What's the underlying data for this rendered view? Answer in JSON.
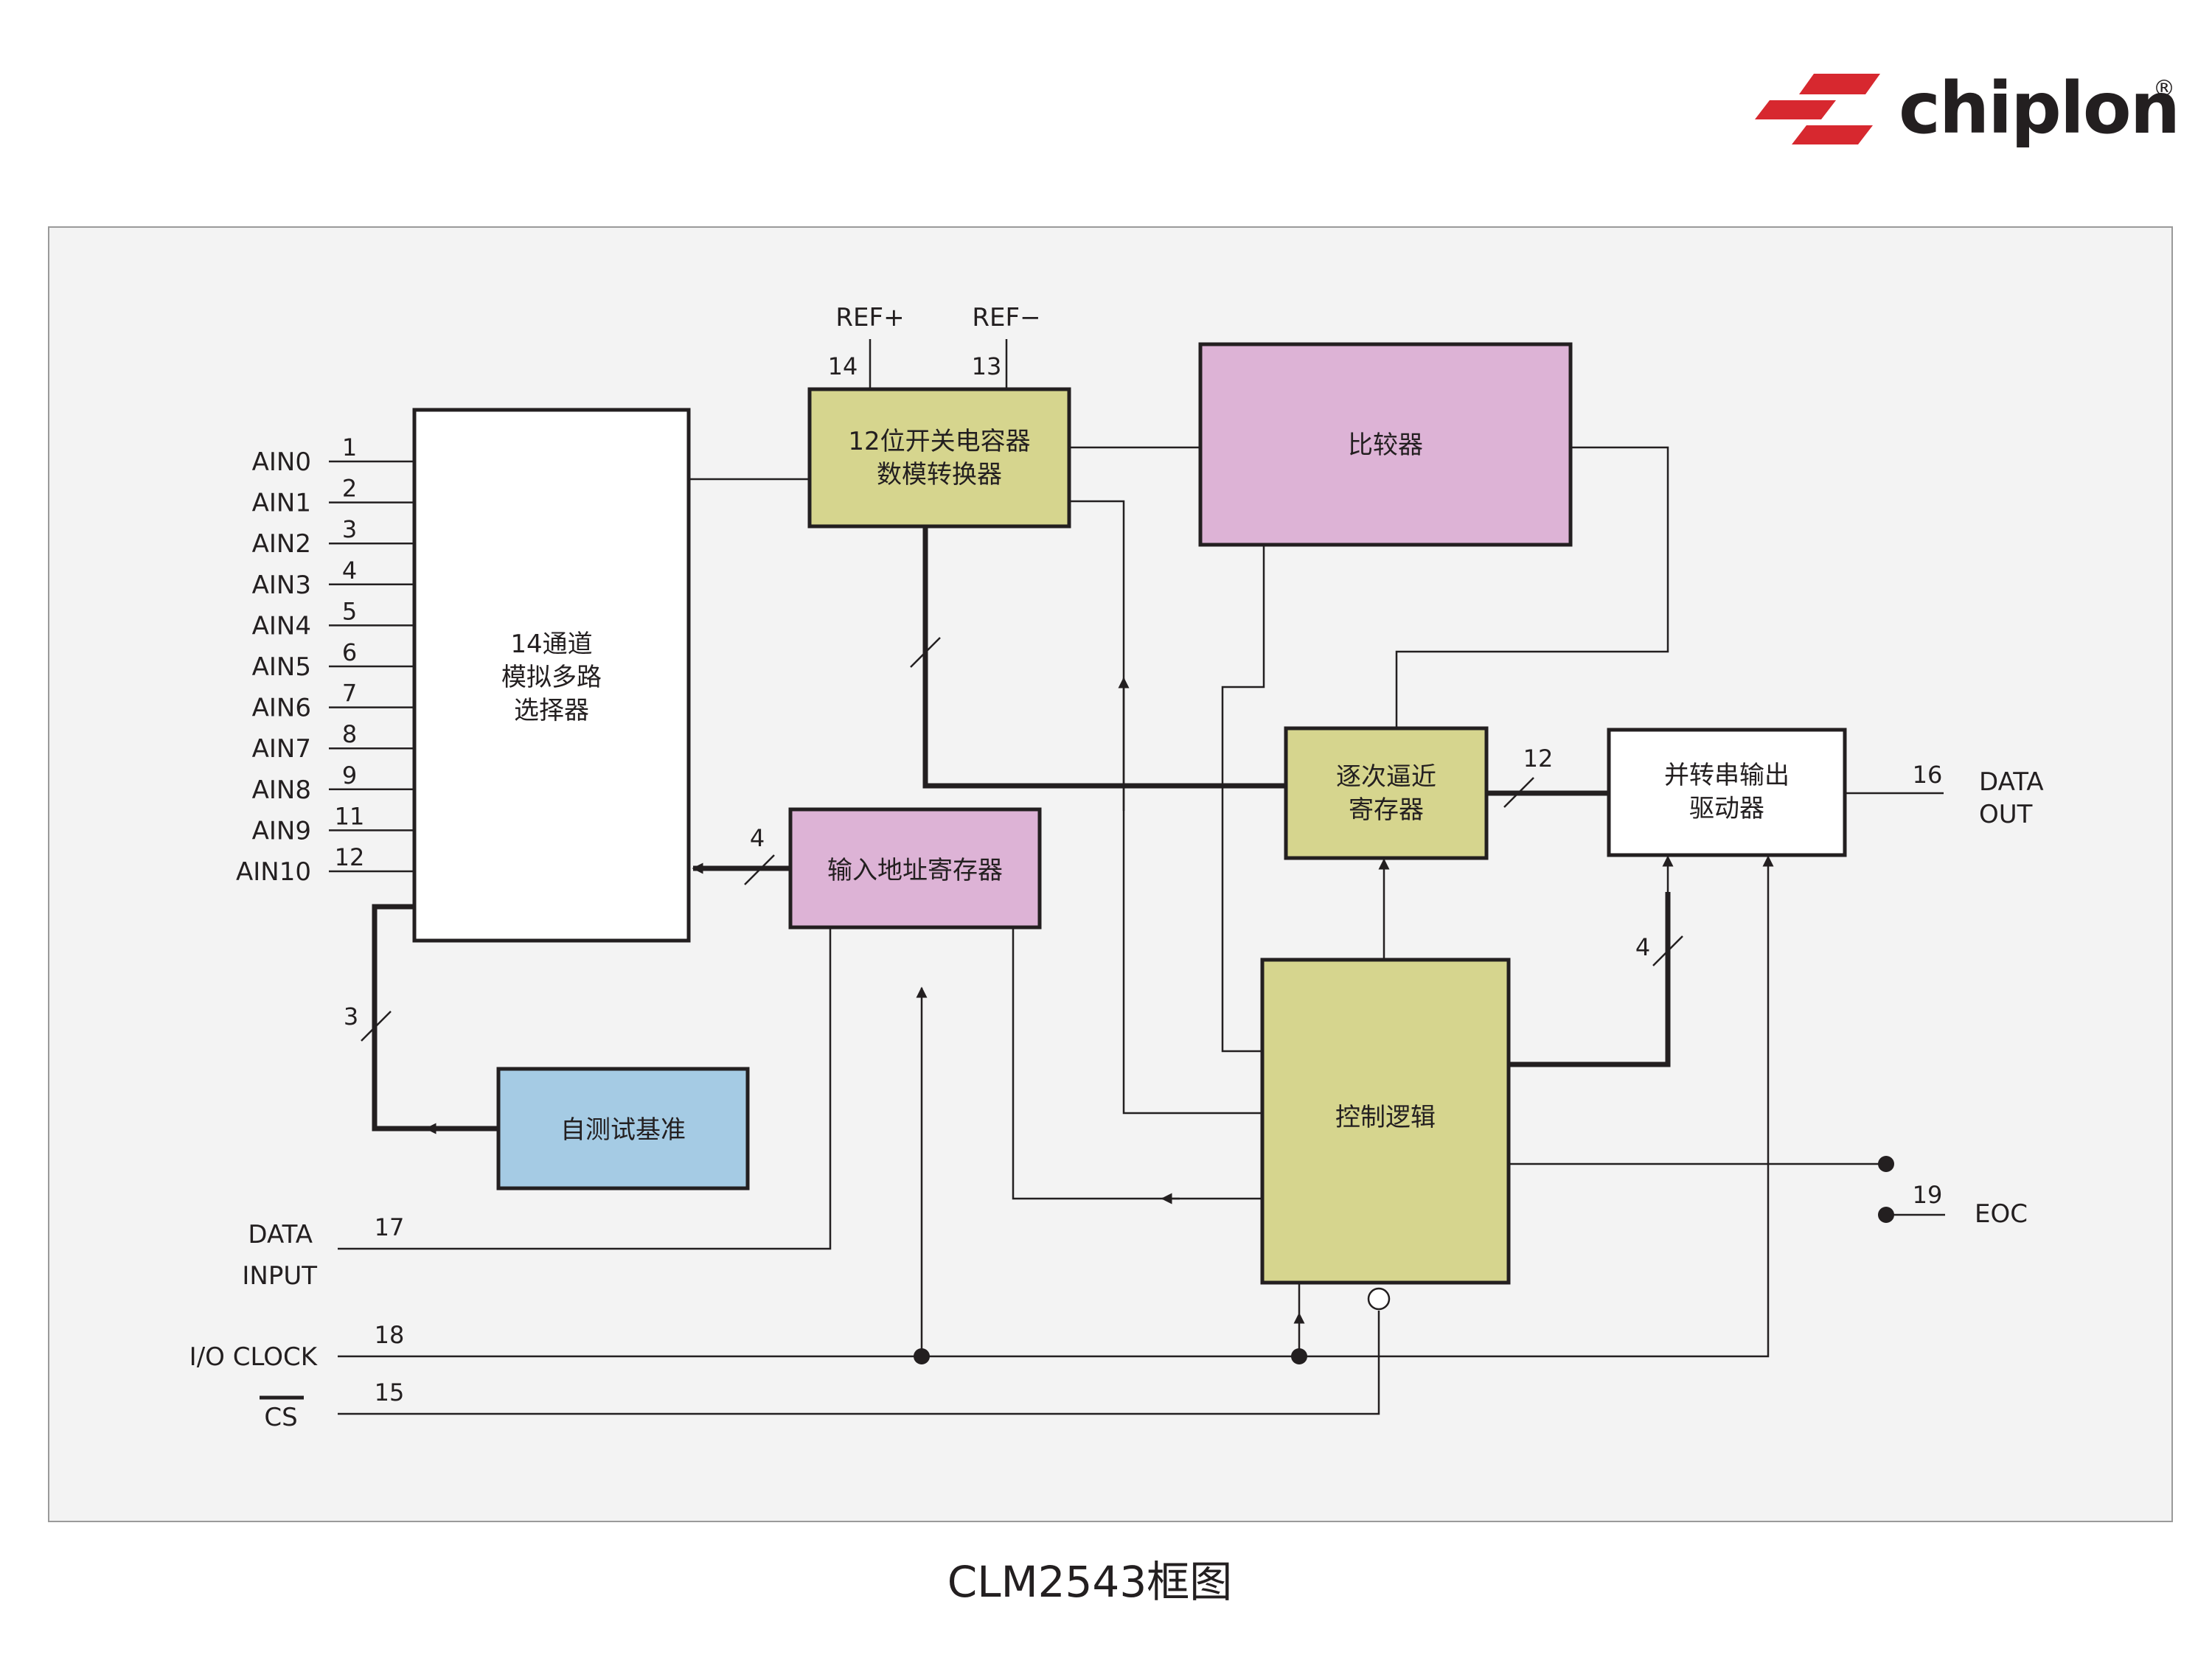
{
  "brand": {
    "name": "chiplon",
    "registered_mark": "®",
    "accent_color": "#d7282f",
    "text_color": "#231f20"
  },
  "caption": "CLM2543框图",
  "colors": {
    "panel_background": "#f3f3f3",
    "yellow_block": "#d6d58e",
    "pink_block": "#ddb3d6",
    "blue_block": "#a5cbe4",
    "white_block": "#ffffff",
    "wire": "#231f20"
  },
  "blocks": {
    "mux": [
      "14通道",
      "模拟多路",
      "选择器"
    ],
    "dac": [
      "12位开关电容器",
      "数模转换器"
    ],
    "comparator": [
      "比较器"
    ],
    "sar": [
      "逐次逼近",
      "寄存器"
    ],
    "serializer": [
      "并转串输出",
      "驱动器"
    ],
    "addr_reg": [
      "输入地址寄存器"
    ],
    "self_test": [
      "自测试基准"
    ],
    "control": [
      "控制逻辑"
    ]
  },
  "analog_inputs": [
    {
      "label": "AIN0",
      "pin": "1"
    },
    {
      "label": "AIN1",
      "pin": "2"
    },
    {
      "label": "AIN2",
      "pin": "3"
    },
    {
      "label": "AIN3",
      "pin": "4"
    },
    {
      "label": "AIN4",
      "pin": "5"
    },
    {
      "label": "AIN5",
      "pin": "6"
    },
    {
      "label": "AIN6",
      "pin": "7"
    },
    {
      "label": "AIN7",
      "pin": "8"
    },
    {
      "label": "AIN8",
      "pin": "9"
    },
    {
      "label": "AIN9",
      "pin": "11"
    },
    {
      "label": "AIN10",
      "pin": "12"
    }
  ],
  "references": [
    {
      "label": "REF+",
      "pin": "14"
    },
    {
      "label": "REF−",
      "pin": "13"
    }
  ],
  "bus_widths": {
    "addr_to_mux": "4",
    "selftest_bus": "3",
    "sar_to_serializer": "12",
    "control_to_serializer": "4"
  },
  "io_pins": {
    "data_input": {
      "label_line1": "DATA",
      "label_line2": "INPUT",
      "pin": "17"
    },
    "io_clock": {
      "label": "I/O CLOCK",
      "pin": "18"
    },
    "cs": {
      "label": "CS",
      "pin": "15"
    },
    "data_out": {
      "label_line1": "DATA",
      "label_line2": "OUT",
      "pin": "16"
    },
    "eoc": {
      "label": "EOC",
      "pin": "19"
    }
  }
}
